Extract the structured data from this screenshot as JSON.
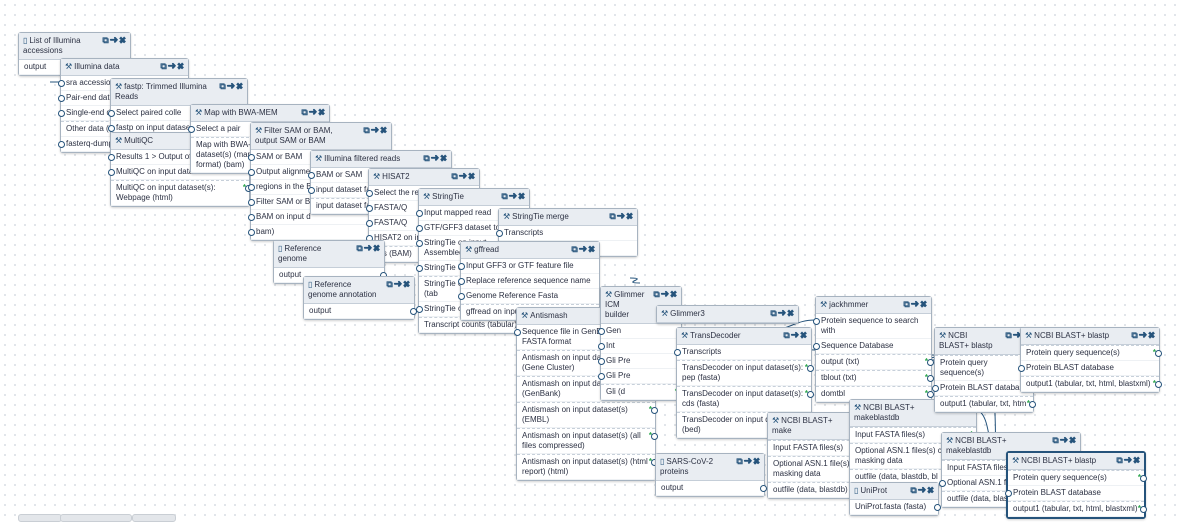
{
  "nodes": {
    "illumina_accessions": {
      "title": "List of Illumina accessions",
      "rows": [
        "output"
      ]
    },
    "illumina_data": {
      "title": "Illumina data",
      "rows": [
        "sra accession",
        "Pair-end data",
        "Single-end data",
        "Other data (fa",
        "fasterq-dump"
      ]
    },
    "fastp": {
      "title": "fastp: Trimmed Illumina Reads",
      "rows": [
        "Select paired colle",
        "fastp on input dataset"
      ]
    },
    "multiqc": {
      "title": "MultiQC",
      "rows": [
        "Results 1 > Output of",
        "MultiQC on input data",
        "MultiQC on input dataset(s): Webpage (html)"
      ]
    },
    "bwa": {
      "title": "Map with BWA-MEM",
      "rows": [
        "Select a pair",
        "Map with BWA-MEM on input dataset(s) (mapped reads in BAM format) (bam)"
      ]
    },
    "filter_sam": {
      "title": "Filter SAM or BAM, output SAM or BAM",
      "rows": [
        "SAM or BAM",
        "Output alignments in the B",
        "regions in the B",
        "Filter SAM or BAM on input d",
        "BAM on input d",
        "bam)"
      ]
    },
    "illumina_filtered": {
      "title": "Illumina filtered reads",
      "rows": [
        "BAM or SAM",
        "input dataset fastqsanger",
        "input dataset fastqsanger (f"
      ]
    },
    "hisat2": {
      "title": "HISAT2",
      "rows": [
        "Select the re",
        "FASTA/Q",
        "FASTA/Q",
        "HISAT2 on input",
        "ads (BAM)"
      ]
    },
    "ref_genome": {
      "title": "Reference genome",
      "rows": [
        "output"
      ]
    },
    "ref_annotation": {
      "title": "Reference genome annotation",
      "rows": [
        "output"
      ]
    },
    "stringtie": {
      "title": "StringTie",
      "rows": [
        "Input mapped read",
        "GTF/GFF3 dataset to",
        "StringTie on input Assembled",
        "StringTie on input Coverage",
        "StringTie on input counts (tab",
        "StringTie on input",
        "Transcript counts (tabular)"
      ]
    },
    "stringtie_merge": {
      "title": "StringTie merge",
      "rows": [
        "Transcripts",
        "de in"
      ]
    },
    "gffread": {
      "title": "gffread",
      "rows": [
        "Input GFF3 or GTF feature file",
        "Replace reference sequence name",
        "Genome Reference Fasta",
        "gffread on input (fasta)"
      ]
    },
    "antismash": {
      "title": "Antismash",
      "rows": [
        "Sequence file in GenBank,EMBL or FASTA format",
        "Antismash on input dataset(s) (Gene Cluster)",
        "Antismash on input dataset(s) (GenBank)",
        "Antismash on input dataset(s) (EMBL)",
        "Antismash on input dataset(s) (all files compressed)",
        "Antismash on input dataset(s) (html report) (html)"
      ]
    },
    "glimmer_icm": {
      "title": "Glimmer ICM builder",
      "rows": [
        "Gen",
        "Int",
        "Gli Pre",
        "Gli Pre",
        "Gli (d"
      ]
    },
    "glimmer3": {
      "title": "Glimmer3",
      "rows": []
    },
    "transdecoder": {
      "title": "TransDecoder",
      "rows": [
        "Transcripts",
        "TransDecoder on input dataset(s): pep (fasta)",
        "TransDecoder on input dataset(s): cds (fasta)",
        "TransDecoder on input d bed (bed)"
      ]
    },
    "sarscov2": {
      "title": "SARS-CoV-2 proteins",
      "rows": [
        "output"
      ]
    },
    "jackhmmer": {
      "title": "jackhmmer",
      "rows": [
        "Protein sequence to search with",
        "Sequence Database",
        "output (txt)",
        "tblout (txt)",
        "domtbl"
      ]
    },
    "blast_make1": {
      "title": "NCBI BLAST+ make",
      "rows": [
        "Input FASTA files(s)",
        "Optional ASN.1 file(s) masking data",
        "outfile (data, blastdb)"
      ]
    },
    "blast_make2": {
      "title": "NCBI BLAST+ makeblastdb",
      "rows": [
        "Input FASTA files(s)",
        "Optional ASN.1 files(s) co masking data",
        "outfile (data, blastdb, bl"
      ]
    },
    "blast_make3": {
      "title": "NCBI BLAST+ makeblastdb",
      "rows": [
        "Input FASTA files(s)",
        "Optional ASN.1 f masking data",
        "outfile (data, blastdb"
      ]
    },
    "uniprot": {
      "title": "UniProt",
      "rows": [
        "UniProt.fasta (fasta)"
      ]
    },
    "blastp1": {
      "title": "NCBI BLAST+ blastp",
      "rows": [
        "Protein query sequence(s)",
        "Protein BLAST database",
        "output1 (tabular, txt, htm"
      ]
    },
    "blastp2": {
      "title": "NCBI BLAST+ blastp",
      "rows": [
        "Protein query sequence(s)",
        "Protein BLAST database",
        "output1 (tabular, txt, html, blastxml)"
      ]
    },
    "blastp3": {
      "title": "NCBI BLAST+ blastp",
      "rows": [
        "Protein query sequence(s)",
        "Protein BLAST database",
        "output1 (tabular, txt, html, blastxml)"
      ]
    }
  },
  "icons": {
    "tool": "wrench-icon",
    "input": "file-icon",
    "copy": "copy-icon",
    "forward": "arrow-right-icon",
    "close": "close-icon",
    "output_mark": "asterisk-icon"
  },
  "colors": {
    "header": "#e9edf2",
    "border": "#a7b3c0",
    "accent": "#25537b",
    "star": "#2fa84f"
  }
}
